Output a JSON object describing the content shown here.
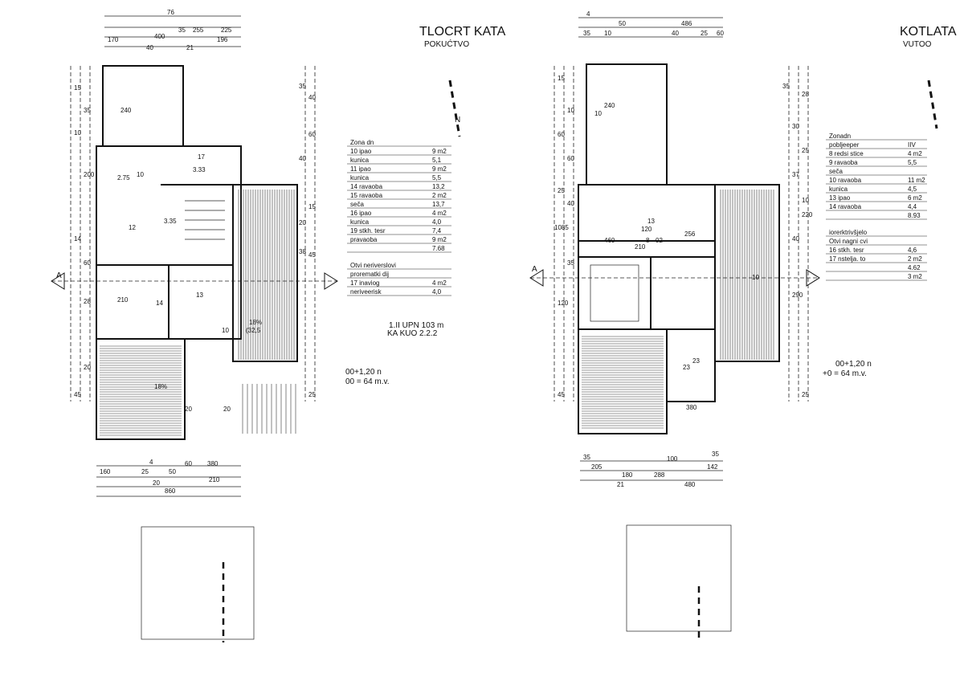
{
  "sheets": [
    {
      "id": "left",
      "header": "TLOCRT KATA",
      "header2": "POKUĆTVO",
      "section_marker": "A",
      "top_dims": [
        "76",
        "40",
        "170",
        "400",
        "21",
        "196",
        "255",
        "35",
        "225"
      ],
      "side_dims_left": [
        "15",
        "35",
        "10",
        "200",
        "14",
        "60",
        "28",
        "20",
        "45"
      ],
      "side_dims_right": [
        "35",
        "40",
        "60",
        "40",
        "15",
        "20",
        "45",
        "38",
        "25"
      ],
      "bottom_dims": [
        "4",
        "60",
        "380",
        "160",
        "25",
        "50",
        "20",
        "210",
        "860"
      ],
      "room_labels": [
        "240",
        "10",
        "2.75",
        "3.35",
        "12",
        "13",
        "14",
        "210",
        "20",
        "20",
        "10",
        "18%",
        "(32,5",
        "18%",
        "3.33",
        "17"
      ],
      "table_rows": [
        {
          "name": "Zona dn",
          "value": ""
        },
        {
          "name": "10 ipao",
          "value": "9 m2"
        },
        {
          "name": "kunica",
          "value": "5,1"
        },
        {
          "name": "11 ipao",
          "value": "9 m2"
        },
        {
          "name": "kunica",
          "value": "5,5"
        },
        {
          "name": "14 ravaoba",
          "value": "13,2"
        },
        {
          "name": "15 ravaoba",
          "value": "2 m2"
        },
        {
          "name": "seča",
          "value": "13,7"
        },
        {
          "name": "16 ipao",
          "value": "4 m2"
        },
        {
          "name": "kunica",
          "value": "4,0"
        },
        {
          "name": "19 stkh. tesr",
          "value": "7,4"
        },
        {
          "name": "pravaoba",
          "value": "9 m2"
        },
        {
          "name": "",
          "value": "7.68"
        }
      ],
      "table_foot": [
        {
          "name": "Otvi neriverslovi",
          "value": ""
        },
        {
          "name": "prorematki dij",
          "value": ""
        },
        {
          "name": "17 inaviog",
          "value": "4 m2"
        },
        {
          "name": "neriveerisk",
          "value": "4,0"
        }
      ],
      "totals": [
        "1.II UPN 103 m",
        "KA KUO 2.2.2"
      ],
      "elev": "00+1,20 n",
      "elev2": "00 = 64 m.v."
    },
    {
      "id": "right",
      "header": "KOTLATA",
      "header2": "VUTOO",
      "section_marker": "A",
      "top_dims": [
        "4",
        "50",
        "486",
        "35",
        "10",
        "40",
        "25",
        "60"
      ],
      "side_dims_left": [
        "15",
        "10",
        "60",
        "60",
        "25",
        "40",
        "1085",
        "35",
        "120",
        "45"
      ],
      "side_dims_right": [
        "35",
        "28",
        "30",
        "25",
        "37",
        "10",
        "40",
        "220",
        "290",
        "25"
      ],
      "bottom_dims": [
        "35",
        "205",
        "180",
        "288",
        "100",
        "142",
        "480",
        "21",
        "35"
      ],
      "room_labels": [
        "240",
        "10",
        "120",
        "460",
        "8",
        "02",
        "256",
        "210",
        "13",
        "10",
        "23",
        "23",
        "380"
      ],
      "table_rows": [
        {
          "name": "Zonadn",
          "value": ""
        },
        {
          "name": "pobljeeper",
          "value": "IIV"
        },
        {
          "name": "8 redsi stice",
          "value": "4 m2"
        },
        {
          "name": "9 ravaoba",
          "value": "5,5"
        },
        {
          "name": "seča",
          "value": ""
        },
        {
          "name": "10 ravaoba",
          "value": "11 m2"
        },
        {
          "name": "kunica",
          "value": "4,5"
        },
        {
          "name": "13 ipao",
          "value": "6 m2"
        },
        {
          "name": "14 ravaoba",
          "value": "4,4"
        },
        {
          "name": "",
          "value": "8.93"
        }
      ],
      "table_foot": [
        {
          "name": "iorerktrivšjelo",
          "value": ""
        },
        {
          "name": "Otvi nagni cvi",
          "value": ""
        },
        {
          "name": "16 stkh. tesr",
          "value": "4,6"
        },
        {
          "name": "17 nstelja. to",
          "value": "2 m2"
        },
        {
          "name": "",
          "value": "4.62"
        },
        {
          "name": "",
          "value": "3 m2"
        }
      ],
      "totals": [],
      "elev": "00+1,20 n",
      "elev2": "+0 = 64 m.v."
    }
  ],
  "icons": [
    "north-arrow-icon",
    "section-arrow-icon"
  ]
}
